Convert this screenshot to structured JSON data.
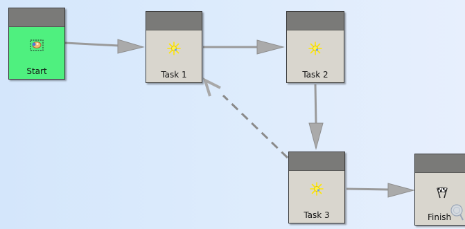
{
  "workflow": {
    "nodes": [
      {
        "id": "start",
        "label": "Start",
        "icon": "start-icon"
      },
      {
        "id": "task1",
        "label": "Task 1",
        "icon": "task-star-icon"
      },
      {
        "id": "task2",
        "label": "Task 2",
        "icon": "task-star-icon"
      },
      {
        "id": "task3",
        "label": "Task 3",
        "icon": "task-star-icon"
      },
      {
        "id": "finish",
        "label": "Finish",
        "icon": "checkered-flags-icon"
      }
    ],
    "edges": [
      {
        "from": "start",
        "to": "task1",
        "style": "solid"
      },
      {
        "from": "task1",
        "to": "task2",
        "style": "solid"
      },
      {
        "from": "task2",
        "to": "task3",
        "style": "solid"
      },
      {
        "from": "task3",
        "to": "task1",
        "style": "dashed"
      },
      {
        "from": "task3",
        "to": "finish",
        "style": "solid"
      }
    ]
  },
  "colors": {
    "start_body": "#4ff07f",
    "task_body": "#d9d6ce",
    "node_header": "#7a7a78",
    "edge": "#9a9a9a"
  }
}
